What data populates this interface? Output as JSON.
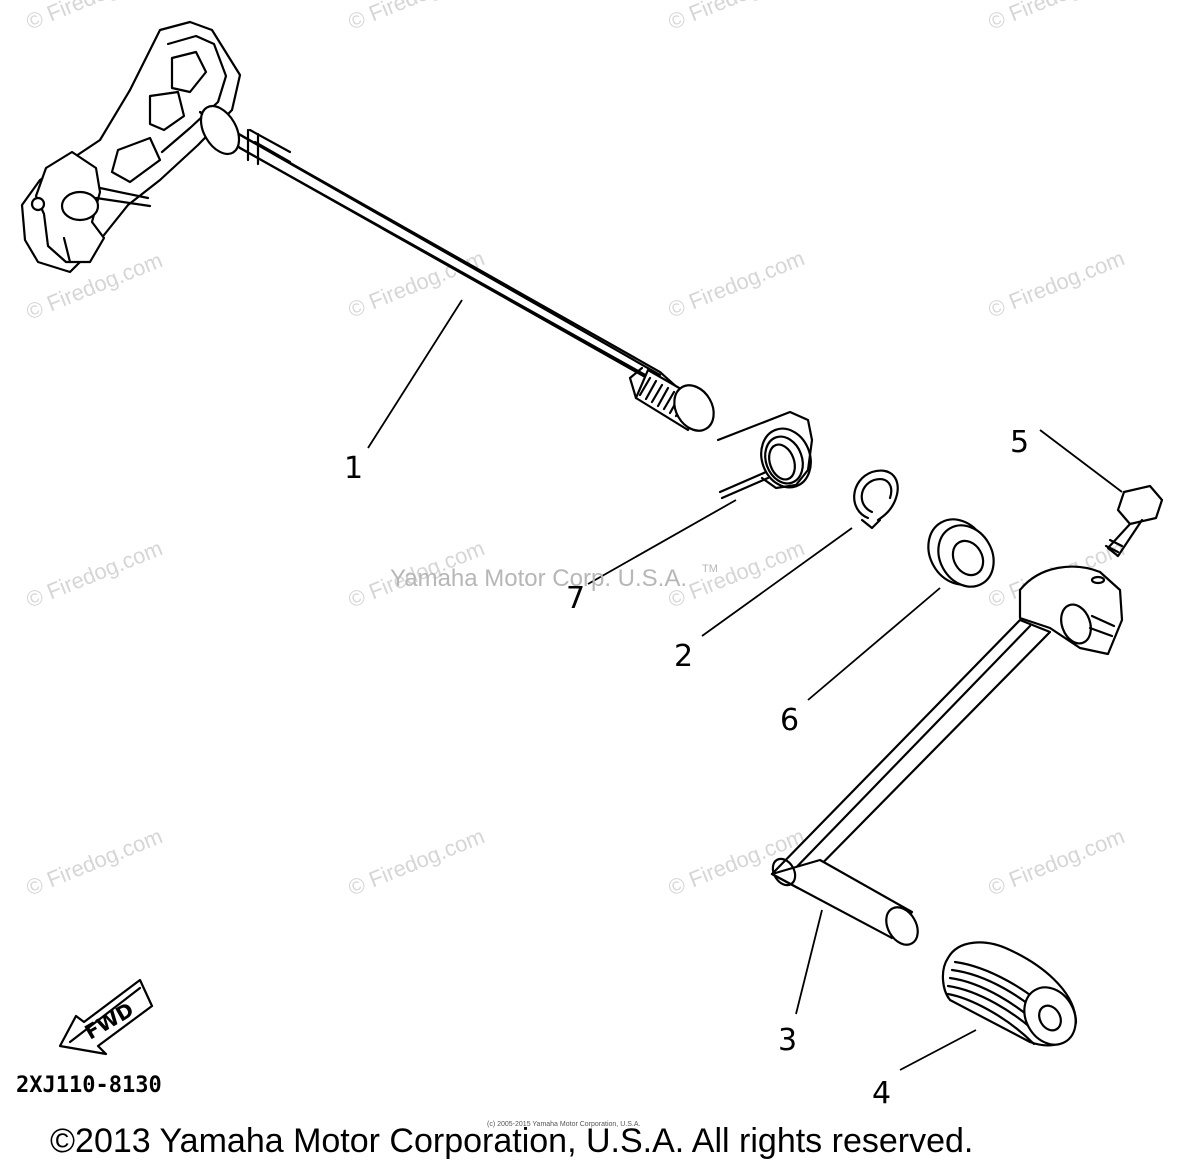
{
  "watermarks": {
    "text": "© Firedog.com",
    "center_text": "Yamaha Motor Corp. U.S.A.",
    "center_tm": "TM"
  },
  "parts": [
    {
      "number": "1"
    },
    {
      "number": "2"
    },
    {
      "number": "3"
    },
    {
      "number": "4"
    },
    {
      "number": "5"
    },
    {
      "number": "6"
    },
    {
      "number": "7"
    }
  ],
  "fwd_label": "FWD",
  "diagram_code": "2XJ110-8130",
  "small_copyright": "(c) 2005-2015 Yamaha Motor Corporation, U.S.A.",
  "copyright": "©2013 Yamaha Motor Corporation, U.S.A. All rights reserved."
}
